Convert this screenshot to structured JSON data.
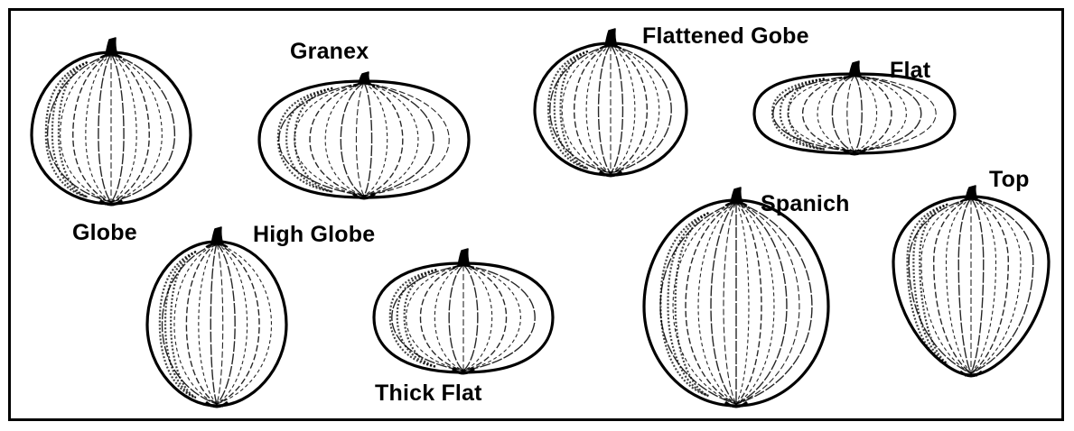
{
  "colors": {
    "ink": "#000000",
    "paper": "#ffffff"
  },
  "labels": {
    "globe": "Globe",
    "granex": "Granex",
    "flattened_gobe": "Flattened Gobe",
    "flat": "Flat",
    "top": "Top",
    "spanich": "Spanich",
    "high_globe": "High Globe",
    "thick_flat": "Thick Flat"
  }
}
